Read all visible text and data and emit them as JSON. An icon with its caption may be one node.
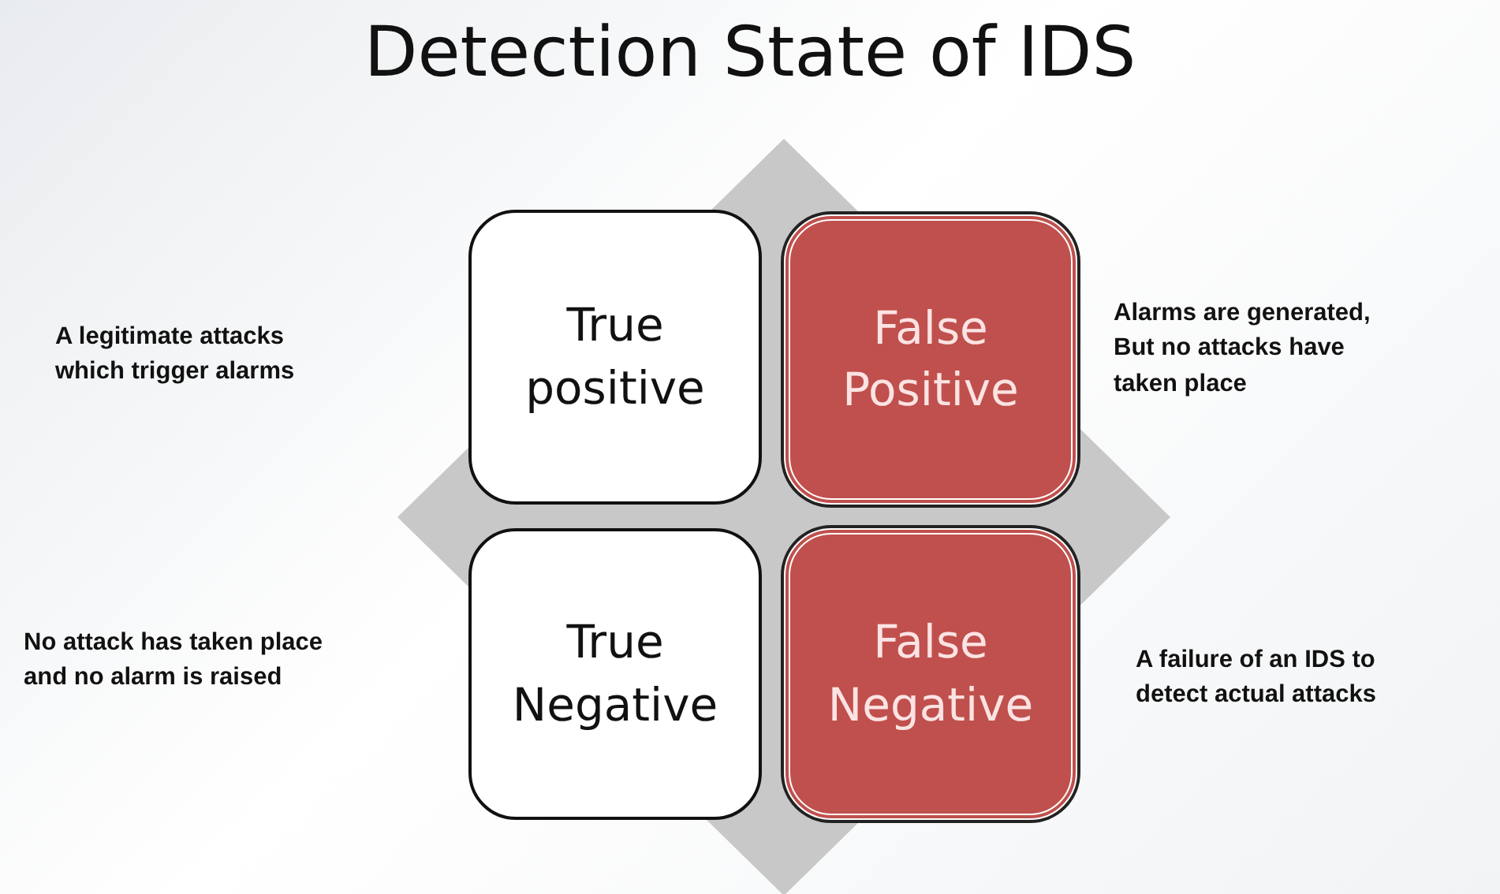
{
  "diagram": {
    "title": "Detection State of IDS",
    "nodes": [
      {
        "text": [
          "True positive"
        ]
      },
      {
        "text": [
          "False Positive"
        ]
      },
      {
        "text": [
          "True Negative"
        ]
      },
      {
        "text": [
          "False Negative"
        ]
      }
    ],
    "edges": [],
    "labels": [
      "A legitimate attacks which trigger alarms",
      "Alarms are generated, But no attacks have taken place",
      "No attack has taken place and no alarm is raised",
      "A failure of an IDS to detect actual attacks"
    ]
  }
}
